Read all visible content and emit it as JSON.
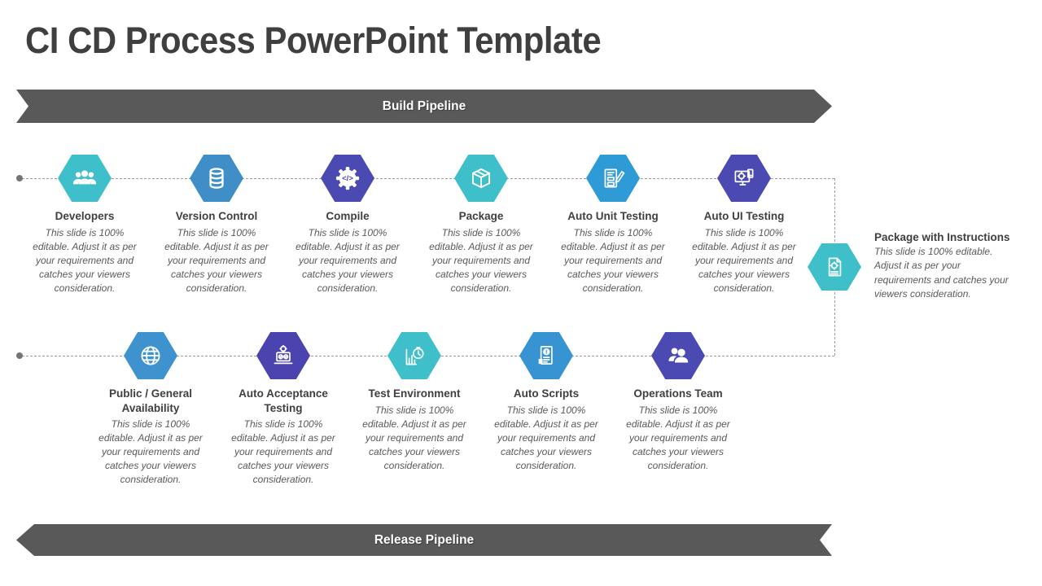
{
  "title": "CI CD Process PowerPoint Template",
  "banners": {
    "color": "#595959",
    "build": {
      "label": "Build Pipeline"
    },
    "release": {
      "label": "Release Pipeline"
    }
  },
  "connectors": {
    "line_color": "#9b9b9b",
    "dot_color": "#757575"
  },
  "rows": {
    "top": [
      {
        "title": "Developers",
        "icon": "team-icon",
        "color": "#3ebfc9",
        "description": "This slide is 100% editable. Adjust it as per your requirements and catches your viewers consideration."
      },
      {
        "title": "Version Control",
        "icon": "database-icon",
        "color": "#3f8ec8",
        "description": "This slide is 100% editable. Adjust it as per your requirements and catches your viewers consideration."
      },
      {
        "title": "Compile",
        "icon": "gear-code-icon",
        "color": "#4b4ab3",
        "description": "This slide is 100% editable. Adjust it as per your requirements and catches your viewers consideration."
      },
      {
        "title": "Package",
        "icon": "box-icon",
        "color": "#3ebfc9",
        "description": "This slide is 100% editable. Adjust it as per your requirements and catches your viewers consideration."
      },
      {
        "title": "Auto Unit Testing",
        "icon": "document-pencil-icon",
        "color": "#2e9ad6",
        "description": "This slide is 100% editable. Adjust it as per your requirements and catches your viewers consideration."
      },
      {
        "title": "Auto UI Testing",
        "icon": "monitor-gear-icon",
        "color": "#4b4ab3",
        "description": "This slide is 100% editable. Adjust it as per your requirements and catches your viewers consideration."
      }
    ],
    "bottom": [
      {
        "title": "Public / General Availability",
        "icon": "globe-icon",
        "color": "#3e93ce",
        "description": "This slide is 100% editable. Adjust it as per your requirements and catches your viewers consideration."
      },
      {
        "title": "Auto Acceptance Testing",
        "icon": "laptop-gears-icon",
        "color": "#4c44ae",
        "description": "This slide is 100% editable. Adjust it as per your requirements and catches your viewers consideration."
      },
      {
        "title": "Test Environment",
        "icon": "chart-stopwatch-icon",
        "color": "#3ebfc9",
        "description": "This slide is 100% editable. Adjust it as per your requirements and catches your viewers consideration."
      },
      {
        "title": "Auto Scripts",
        "icon": "script-icon",
        "color": "#3793d2",
        "description": "This slide is 100% editable. Adjust it as per your requirements and catches your viewers consideration."
      },
      {
        "title": "Operations Team",
        "icon": "two-users-icon",
        "color": "#4b4ab3",
        "description": "This slide is 100% editable. Adjust it as per your requirements and catches your viewers consideration."
      }
    ]
  },
  "callout": {
    "title": "Package with Instructions",
    "icon": "document-gear-icon",
    "color": "#3ebfc9",
    "description": "This slide is 100% editable. Adjust it as per your requirements and catches your viewers consideration."
  }
}
